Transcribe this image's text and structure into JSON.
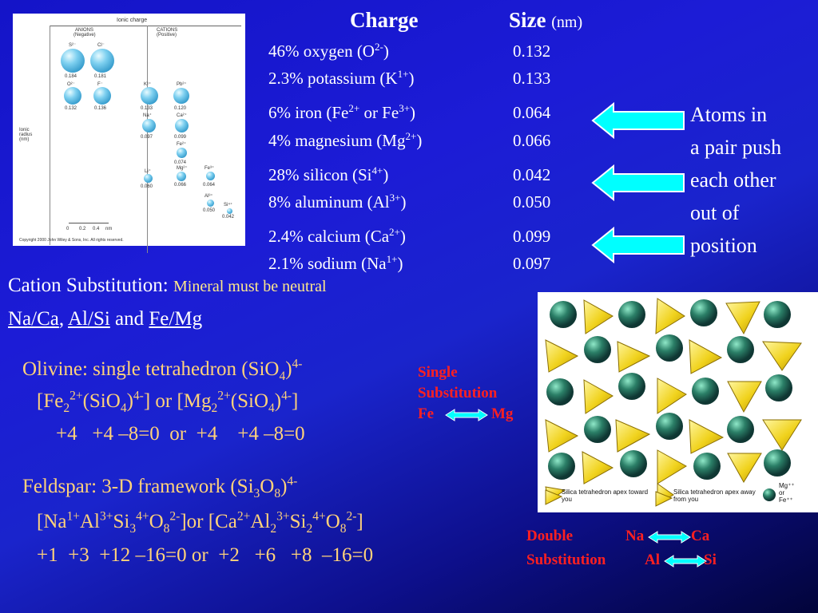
{
  "header": {
    "charge": "Charge",
    "size": "Size",
    "size_unit": "(nm)"
  },
  "elements": [
    {
      "pct": "46% oxygen (O",
      "sup": "2-",
      "close": ")",
      "size": "0.132"
    },
    {
      "pct": "2.3% potassium (K",
      "sup": "1+",
      "close": ")",
      "size": "0.133"
    },
    {
      "pct": "6% iron (Fe",
      "sup": "2+",
      "mid": " or Fe",
      "sup2": "3+",
      "close": ")",
      "size": "0.064"
    },
    {
      "pct": "4% magnesium (Mg",
      "sup": "2+",
      "close": ")",
      "size": "0.066"
    },
    {
      "pct": "28% silicon (Si",
      "sup": "4+",
      "close": ")",
      "size": "0.042"
    },
    {
      "pct": "8% aluminum (Al",
      "sup": "3+",
      "close": ")",
      "size": "0.050"
    },
    {
      "pct": "2.4% calcium (Ca",
      "sup": "2+",
      "close": ")",
      "size": "0.099"
    },
    {
      "pct": "2.1% sodium (Na",
      "sup": "1+",
      "close": ")",
      "size": "0.097"
    }
  ],
  "atoms_note": [
    "Atoms in",
    "a pair push",
    "each other",
    "out of",
    "position"
  ],
  "cation": {
    "title": "Cation Substitution:",
    "note": "Mineral must be neutral",
    "pair1": "Na/Ca",
    "sep1": ",",
    "pair2": "Al/Si",
    "and": "and",
    "pair3": "Fe/Mg"
  },
  "olivine": {
    "line1": "Olivine: single tetrahedron (SiO",
    "line2": "[Fe",
    "line3": "+4   +4 –8=0  or  +4    +4 –8=0"
  },
  "single_sub": {
    "l1": "Single",
    "l2": "Substitution",
    "left": "Fe",
    "right": "Mg"
  },
  "feldspar": {
    "line1": "Feldspar: 3-D framework (Si",
    "line3": "+1  +3  +12 –16=0 or  +2   +6   +8  –16=0"
  },
  "double_sub": {
    "l1": "Double",
    "l2": "Substitution",
    "a1": "Na",
    "b1": "Ca",
    "a2": "Al",
    "b2": "Si"
  },
  "chart": {
    "title": "Ionic charge",
    "anions": "ANIONS",
    "anions_sub": "(Negative)",
    "cations": "CATIONS",
    "cations_sub": "(Positive)",
    "axis": "Ionic radius (nm)",
    "scale": [
      "0",
      "0.2",
      "0.4",
      "nm"
    ],
    "copyright": "Copyright 2000 John Wiley & Sons, Inc. All rights reserved.",
    "ions": [
      {
        "label": "S²⁻",
        "value": "0.184"
      },
      {
        "label": "Cl⁻",
        "value": "0.181"
      },
      {
        "label": "O²⁻",
        "value": "0.132"
      },
      {
        "label": "F⁻",
        "value": "0.136"
      },
      {
        "label": "K¹⁺",
        "value": "0.133"
      },
      {
        "label": "Pb²⁺",
        "value": "0.120"
      },
      {
        "label": "Na⁺",
        "value": "0.097"
      },
      {
        "label": "Ca²⁺",
        "value": "0.099"
      },
      {
        "label": "Fe²⁺",
        "value": "0.074"
      },
      {
        "label": "Li⁺",
        "value": "0.060"
      },
      {
        "label": "Mg²⁺",
        "value": "0.066"
      },
      {
        "label": "Fe³⁺",
        "value": "0.064"
      },
      {
        "label": "Al³⁺",
        "value": "0.050"
      },
      {
        "label": "Si⁴⁺",
        "value": "0.042"
      }
    ]
  },
  "legend": {
    "a": "Silica tetrahedron apex toward you",
    "b": "Silica tetrahedron apex away from you",
    "c1": "Mg⁺⁺",
    "c2": "or",
    "c3": "Fe⁺⁺"
  },
  "colors": {
    "arrow_fill": "#00ffff",
    "red": "#ff2020",
    "yellow": "#ffe98c"
  }
}
